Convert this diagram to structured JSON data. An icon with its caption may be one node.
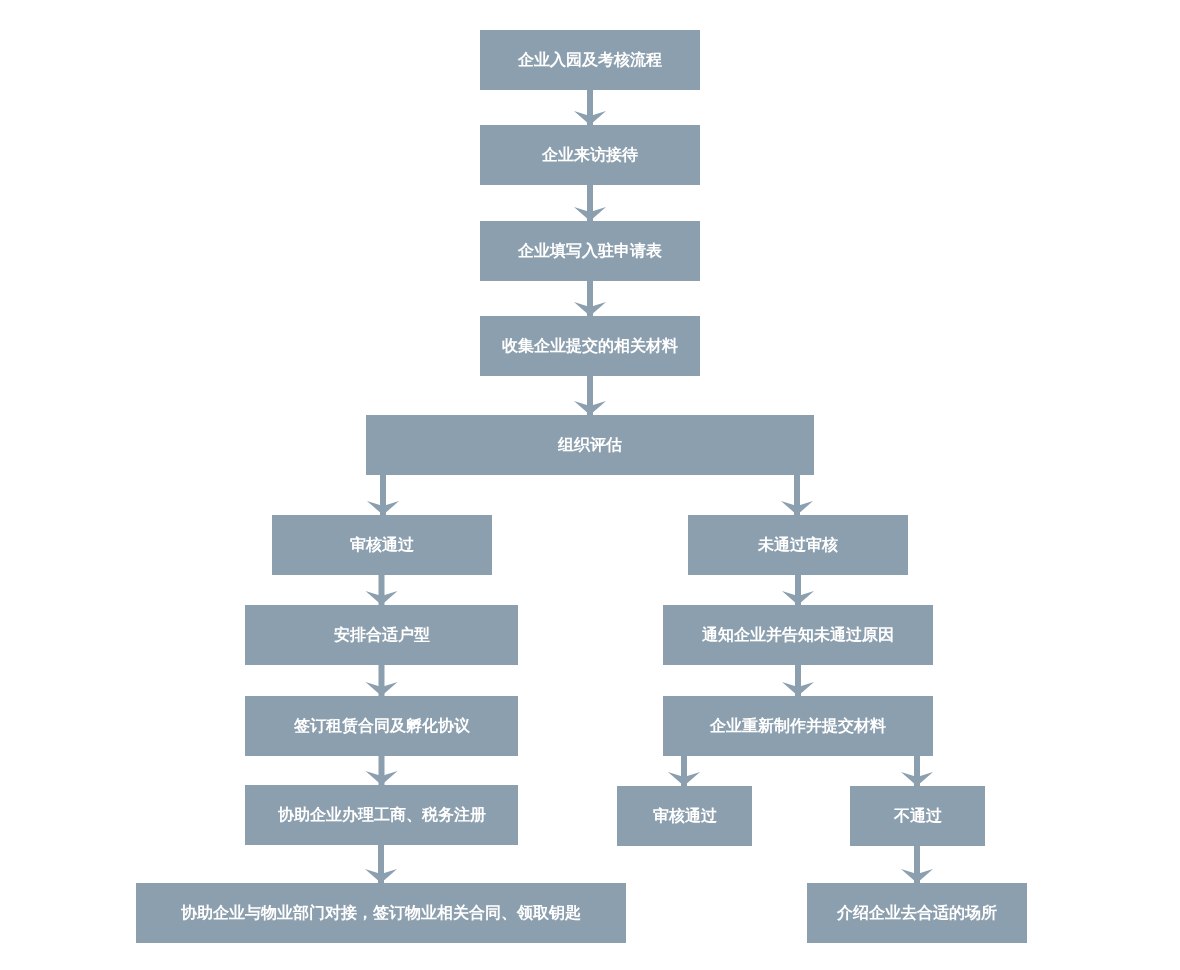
{
  "diagram": {
    "nodes": [
      {
        "text": [
          "企业入园及考核流程"
        ]
      },
      {
        "text": [
          "企业来访接待"
        ]
      },
      {
        "text": [
          "企业填写入驻申请表"
        ]
      },
      {
        "text": [
          "收集企业提交的相关材料"
        ]
      },
      {
        "text": [
          "组织评估"
        ]
      },
      {
        "text": [
          "审核通过"
        ]
      },
      {
        "text": [
          "未通过审核"
        ]
      },
      {
        "text": [
          "安排合适户型"
        ]
      },
      {
        "text": [
          "通知企业并告知未通过原因"
        ]
      },
      {
        "text": [
          "签订租赁合同及孵化协议"
        ]
      },
      {
        "text": [
          "企业重新制作并提交材料"
        ]
      },
      {
        "text": [
          "协助企业办理工商、税务注册"
        ]
      },
      {
        "text": [
          "审核通过"
        ]
      },
      {
        "text": [
          "不通过"
        ]
      },
      {
        "text": [
          "协助企业与物业部门对接，签订物业相关合同、领取钥匙"
        ]
      },
      {
        "text": [
          "介绍企业去合适的场所"
        ]
      }
    ],
    "edges": [
      {
        "from": 0,
        "to": 1,
        "arrow": "to"
      },
      {
        "from": 1,
        "to": 2,
        "arrow": "to"
      },
      {
        "from": 2,
        "to": 3,
        "arrow": "to"
      },
      {
        "from": 3,
        "to": 4,
        "arrow": "to"
      },
      {
        "from": 4,
        "to": 5,
        "arrow": "to"
      },
      {
        "from": 4,
        "to": 6,
        "arrow": "to"
      },
      {
        "from": 5,
        "to": 7,
        "arrow": "to"
      },
      {
        "from": 7,
        "to": 9,
        "arrow": "to"
      },
      {
        "from": 9,
        "to": 11,
        "arrow": "to"
      },
      {
        "from": 11,
        "to": 14,
        "arrow": "to"
      },
      {
        "from": 6,
        "to": 8,
        "arrow": "to"
      },
      {
        "from": 8,
        "to": 10,
        "arrow": "to"
      },
      {
        "from": 10,
        "to": 12,
        "arrow": "to"
      },
      {
        "from": 10,
        "to": 13,
        "arrow": "to"
      },
      {
        "from": 13,
        "to": 15,
        "arrow": "to"
      }
    ]
  }
}
